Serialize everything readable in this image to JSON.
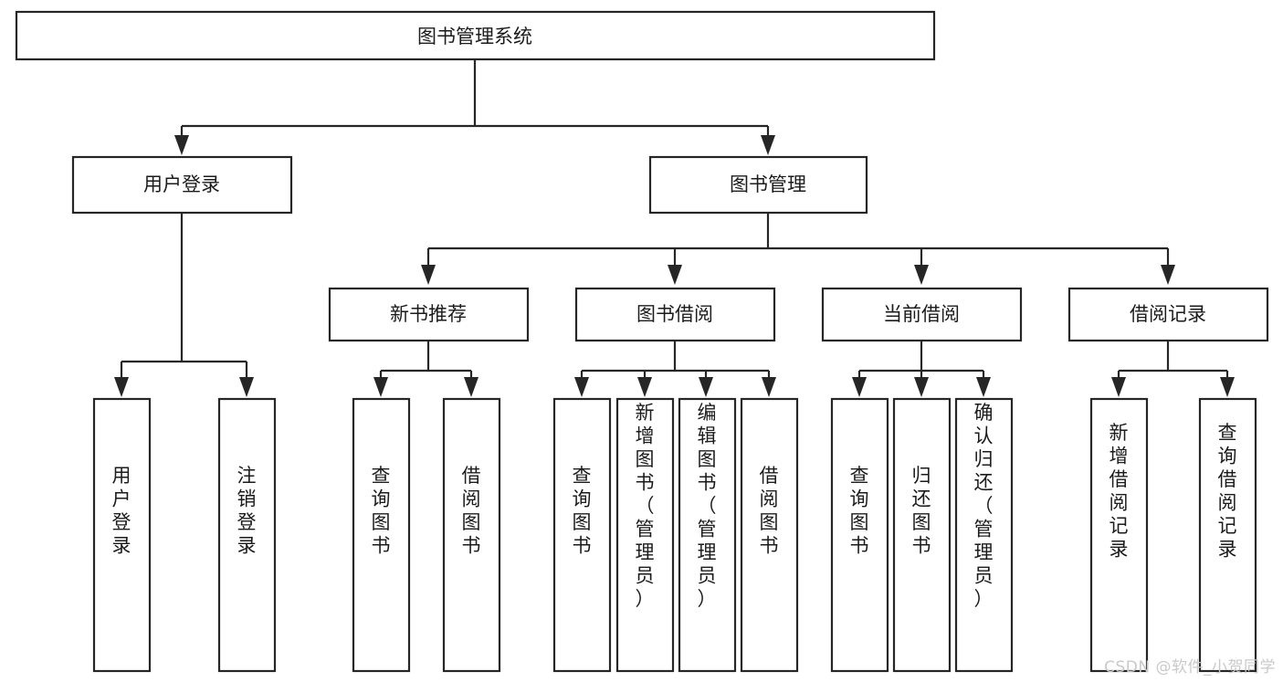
{
  "diagram": {
    "title": "图书管理系统",
    "watermark": "CSDN @软件_小贺同学",
    "colors": {
      "stroke": "#262626",
      "fill": "#ffffff",
      "text": "#1b1b1b",
      "watermark": "#c9c9c9"
    },
    "nodes": {
      "root": "图书管理系统",
      "level2": {
        "user_login": "用户登录",
        "book_manage": "图书管理"
      },
      "level3": {
        "new_book_rec": "新书推荐",
        "book_borrow": "图书借阅",
        "current_borrow": "当前借阅",
        "borrow_record": "借阅记录"
      },
      "leaves": {
        "user_login_1": "用户登录",
        "user_login_2": "注销登录",
        "new_book_rec_1": "查询图书",
        "new_book_rec_2": "借阅图书",
        "book_borrow_1": "查询图书",
        "book_borrow_2": "新增图书（管理员）",
        "book_borrow_3": "编辑图书（管理员）",
        "book_borrow_4": "借阅图书",
        "current_borrow_1": "查询图书",
        "current_borrow_2": "归还图书",
        "current_borrow_3": "确认归还（管理员）",
        "borrow_record_1": "新增借阅记录",
        "borrow_record_2": "查询借阅记录"
      }
    }
  }
}
